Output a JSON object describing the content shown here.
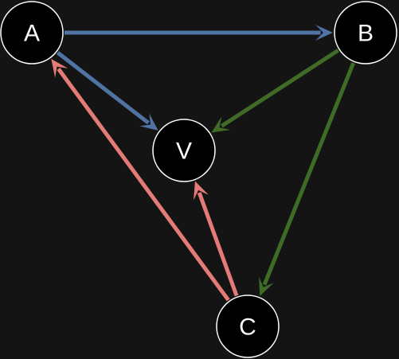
{
  "colors": {
    "background": "#141414",
    "blue": "#4f73a3",
    "green": "#3f6b27",
    "red": "#e57b76"
  },
  "nodes": [
    {
      "id": "A",
      "label": "A"
    },
    {
      "id": "B",
      "label": "B"
    },
    {
      "id": "V",
      "label": "V"
    },
    {
      "id": "C",
      "label": "C"
    }
  ],
  "edges": [
    {
      "from": "A",
      "to": "B",
      "color": "blue"
    },
    {
      "from": "A",
      "to": "V",
      "color": "blue"
    },
    {
      "from": "B",
      "to": "V",
      "color": "green"
    },
    {
      "from": "B",
      "to": "C",
      "color": "green"
    },
    {
      "from": "C",
      "to": "A",
      "color": "red"
    },
    {
      "from": "C",
      "to": "V",
      "color": "red"
    }
  ]
}
